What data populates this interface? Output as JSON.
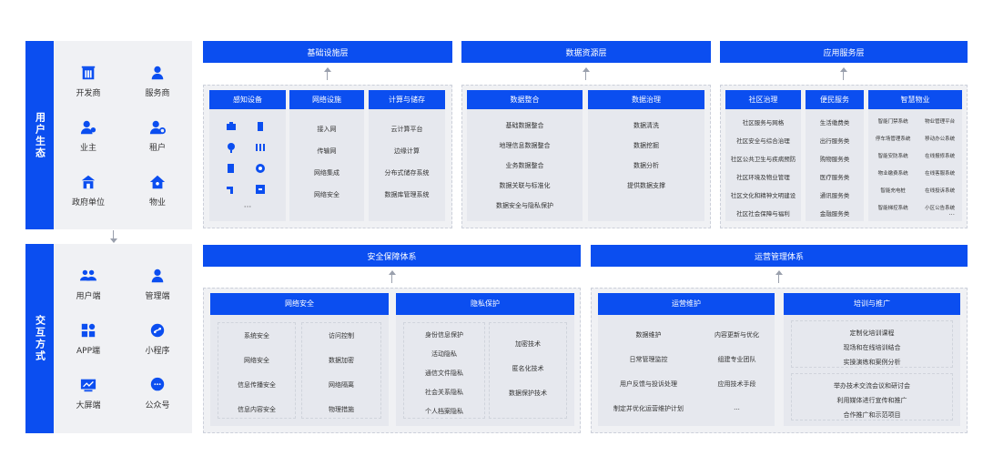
{
  "left": {
    "user_label": "用户生态",
    "interact_label": "交互方式",
    "users": [
      "开发商",
      "服务商",
      "业主",
      "租户",
      "政府单位",
      "物业"
    ],
    "interactions": [
      "用户端",
      "管理端",
      "APP端",
      "小程序",
      "大屏端",
      "公众号"
    ]
  },
  "layers": {
    "infra": "基础设施层",
    "data": "数据资源层",
    "app": "应用服务层"
  },
  "infra": {
    "sensing": {
      "title": "感知设备",
      "more": "···"
    },
    "network": {
      "title": "网络设施",
      "items": [
        "接入网",
        "传输网",
        "网络集成",
        "网络安全"
      ]
    },
    "compute": {
      "title": "计算与储存",
      "items": [
        "云计算平台",
        "边缘计算",
        "分布式储存系统",
        "数据库管理系统"
      ]
    }
  },
  "data": {
    "integration": {
      "title": "数据整合",
      "items": [
        "基础数据整合",
        "地理信息数据整合",
        "业务数据整合",
        "数据关联与标准化",
        "数据安全与隐私保护"
      ]
    },
    "governance": {
      "title": "数据治理",
      "items": [
        "数据清洗",
        "数据挖掘",
        "数据分析",
        "提供数据支撑"
      ]
    }
  },
  "app": {
    "community": {
      "title": "社区治理",
      "items": [
        "社区服务与网格",
        "社区安全与综合治理",
        "社区公共卫生与疾病预防",
        "社区环境及物业管理",
        "社区文化和精神文明建设",
        "社区社会保障与福利"
      ]
    },
    "convenience": {
      "title": "便民服务",
      "items": [
        "生活缴费类",
        "出行服务类",
        "购物服务类",
        "医疗服务类",
        "通讯服务类",
        "金融服务类"
      ]
    },
    "property": {
      "title": "智慧物业",
      "col1": [
        "智能门禁系统",
        "停车场管理系统",
        "智能安防系统",
        "物业缴费系统",
        "智能充电桩",
        "智能梯控系统"
      ],
      "col2": [
        "物业管理平台",
        "移动办公系统",
        "在线报修系统",
        "在线客服系统",
        "在线投诉系统",
        "小区公告系统"
      ],
      "more": "···"
    }
  },
  "security": {
    "title": "安全保障体系",
    "net": {
      "title": "网络安全",
      "col1": [
        "系统安全",
        "网络安全",
        "信息传播安全",
        "信息内容安全"
      ],
      "col2": [
        "访问控制",
        "数据加密",
        "网络隔离",
        "物理措施"
      ]
    },
    "privacy": {
      "title": "隐私保护",
      "col1": [
        "身份信息保护",
        "活动隐私",
        "通信文件隐私",
        "社会关系隐私",
        "个人档案隐私"
      ],
      "col2": [
        "加密技术",
        "匿名化技术",
        "数据保护技术"
      ]
    }
  },
  "ops": {
    "title": "运营管理体系",
    "maint": {
      "title": "运营维护",
      "col1": [
        "数据维护",
        "日常管理监控",
        "用户反馈与投诉处理",
        "制定并优化运营维护计划"
      ],
      "col2": [
        "内容更新与优化",
        "组建专业团队",
        "应用技术手段",
        "..."
      ]
    },
    "training": {
      "title": "培训与推广",
      "group1": [
        "定制化培训课程",
        "现场和在线培训结合",
        "实操演练和案例分析"
      ],
      "group2": [
        "举办技术交流会议和研讨会",
        "利用媒体进行宣传和推广",
        "合作推广和示范项目"
      ]
    }
  }
}
